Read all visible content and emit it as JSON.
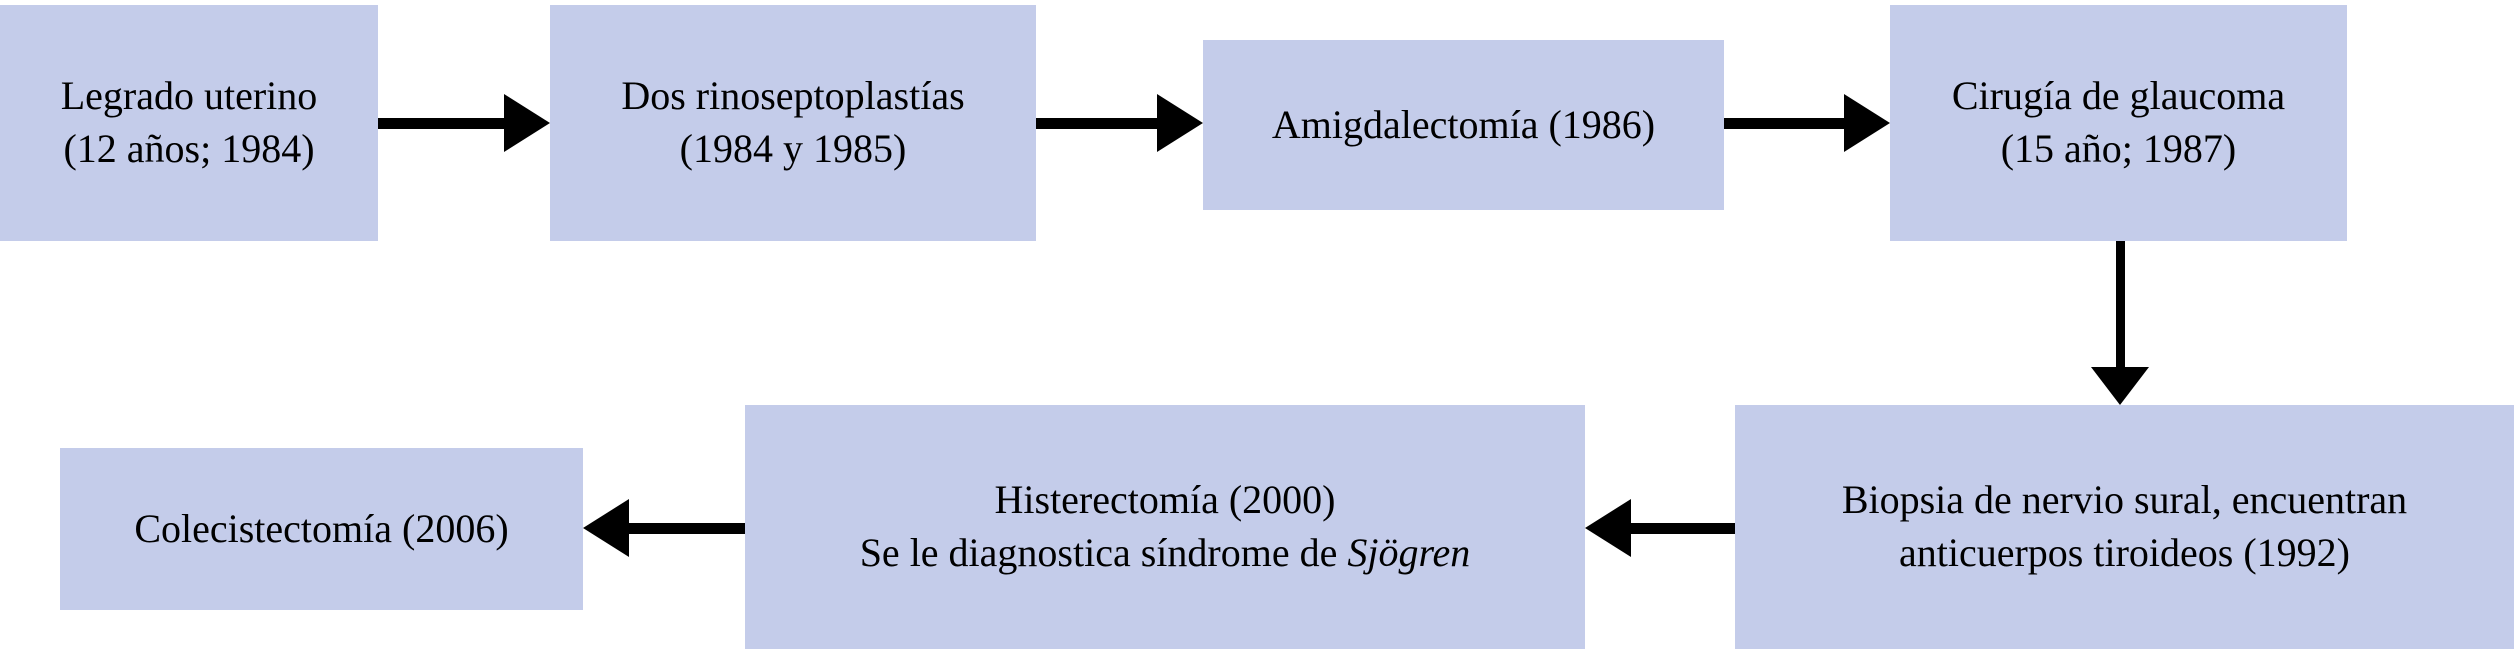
{
  "diagram": {
    "title": "Antecedentes quirurgicos - linea de tiempo",
    "box_fill_color": "#c4ccea",
    "arrow_color": "#000000",
    "background_color": "#ffffff",
    "nodes": [
      {
        "id": "legrado-uterino",
        "line1": "Legrado uterino",
        "line2": "(12 años; 1984)"
      },
      {
        "id": "rinoseptoplastias",
        "line1": "Dos rinoseptoplastías",
        "line2": "(1984 y 1985)"
      },
      {
        "id": "amigdalectomia",
        "line1": "Amigdalectomía (1986)",
        "line2": ""
      },
      {
        "id": "cirugia-glaucoma",
        "line1": "Cirugía de glaucoma",
        "line2": "(15 año; 1987)"
      },
      {
        "id": "biopsia-nervio-sural",
        "line1": "Biopsia de nervio sural, encuentran",
        "line2": "anticuerpos tiroideos (1992)"
      },
      {
        "id": "histerectomia",
        "line1": "Histerectomía (2000)",
        "line2_prefix": "Se le diagnostica síndrome de ",
        "line2_italic": "Sjögren"
      },
      {
        "id": "colecistectomia",
        "line1": "Colecistectomía (2006)",
        "line2": ""
      }
    ],
    "connectors": [
      {
        "id": "legrado-to-rinoseptoplastias",
        "direction": "right"
      },
      {
        "id": "rinoseptoplastias-to-amigdalectomia",
        "direction": "right"
      },
      {
        "id": "amigdalectomia-to-cirugia-glaucoma",
        "direction": "right"
      },
      {
        "id": "cirugia-glaucoma-to-biopsia",
        "direction": "down"
      },
      {
        "id": "biopsia-to-histerectomia",
        "direction": "left"
      },
      {
        "id": "histerectomia-to-colecistectomia",
        "direction": "left"
      }
    ]
  }
}
